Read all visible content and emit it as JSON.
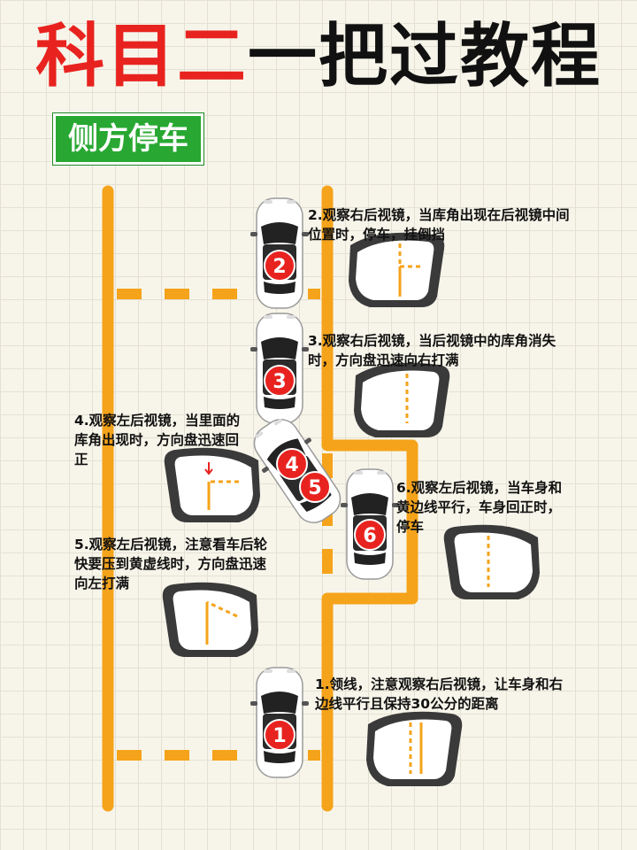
{
  "title": {
    "part1": "科目二",
    "part2": "一把过教程"
  },
  "badge": "侧方停车",
  "colors": {
    "accent_red": "#e8231f",
    "lane_orange": "#f5a31a",
    "badge_green": "#28a832"
  },
  "cars": [
    "2",
    "3",
    "4",
    "5",
    "6",
    "1"
  ],
  "steps": [
    {
      "number": "2",
      "text": "2.观察右后视镜，当库角出现在后视镜中间位置时，停车，挂倒挡"
    },
    {
      "number": "3",
      "text": "3.观察右后视镜，当后视镜中的库角消失时，方向盘迅速向右打满"
    },
    {
      "number": "4",
      "text": "4.观察左后视镜，当里面的库角出现时，方向盘迅速回正"
    },
    {
      "number": "5",
      "text": "5.观察左后视镜，注意看车后轮快要压到黄虚线时，方向盘迅速向左打满"
    },
    {
      "number": "6",
      "text": "6.观察左后视镜，当车身和黄边线平行，车身回正时，停车"
    },
    {
      "number": "1",
      "text": "1.领线，注意观察右后视镜，让车身和右边线平行且保持30公分的距离"
    }
  ]
}
